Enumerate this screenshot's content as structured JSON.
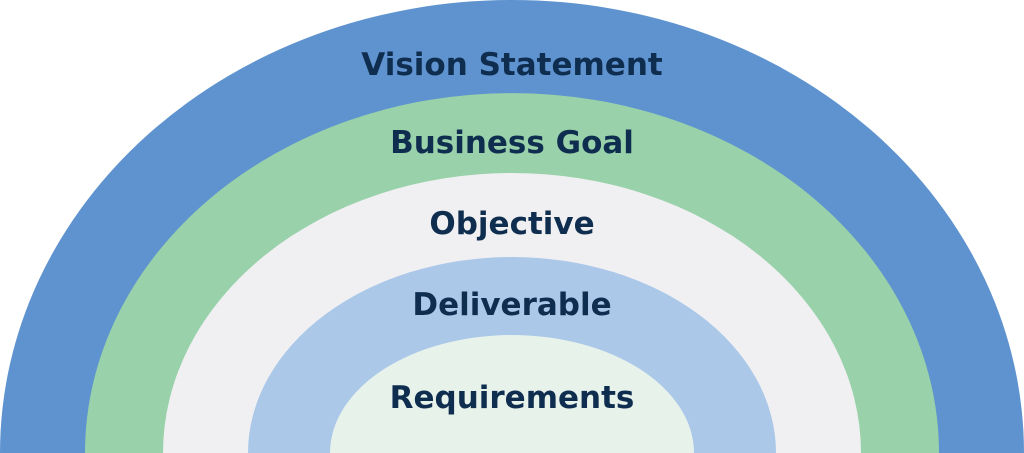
{
  "diagram": {
    "layers": [
      {
        "label": "Vision Statement",
        "color": "#5f93cf"
      },
      {
        "label": "Business Goal",
        "color": "#99d1aa"
      },
      {
        "label": "Objective",
        "color": "#f0f0f2"
      },
      {
        "label": "Deliverable",
        "color": "#abc8e9"
      },
      {
        "label": "Requirements",
        "color": "#e6f2ea"
      }
    ]
  }
}
